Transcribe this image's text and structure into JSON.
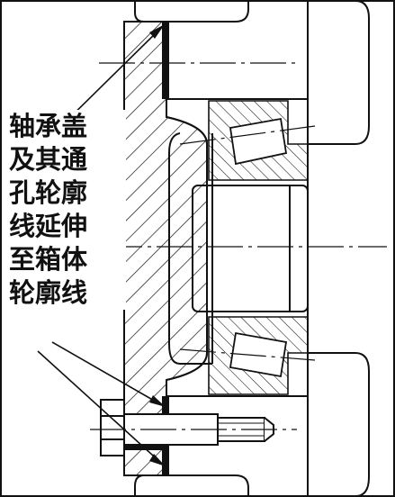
{
  "figure": {
    "caption_lines": [
      "轴承盖",
      "及其通",
      "孔轮廓",
      "线延伸",
      "至箱体",
      "轮廓线"
    ]
  }
}
